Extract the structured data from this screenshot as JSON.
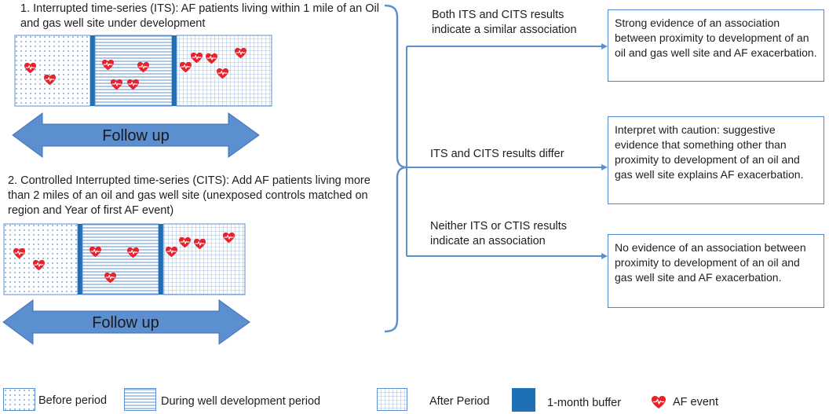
{
  "left": {
    "its_title": "1. Interrupted time-series (ITS): AF patients living within 1 mile of an Oil and gas well site under development",
    "cits_title": "2. Controlled Interrupted time-series (CITS): Add AF patients living more than  2 miles of an oil and gas well site (unexposed controls matched on region and Year of first AF event)",
    "follow_up_1": "Follow up",
    "follow_up_2": "Follow up"
  },
  "middle": {
    "branch_1": "Both ITS and CITS results indicate a similar association",
    "branch_2": "ITS and CITS results differ",
    "branch_3": "Neither ITS or CTIS results indicate an association"
  },
  "right": {
    "outcome_1": "Strong evidence of an association between proximity to development of an oil and gas well site and AF exacerbation.",
    "outcome_2": "Interpret with caution: suggestive evidence that something other than proximity to development of an oil and gas well site explains AF exacerbation.",
    "outcome_3": "No evidence of an association between proximity to development of an oil and gas well site and AF exacerbation."
  },
  "legend": {
    "before": "Before period",
    "during": "During well development  period",
    "after": "After Period",
    "buffer": "1-month buffer",
    "af_event": "AF event"
  },
  "colors": {
    "accent_blue": "#5b8fd0",
    "buffer_blue": "#1f6fb5",
    "heart_red": "#e8222a",
    "box_border": "#4f86c6"
  },
  "icons": {
    "af_event": "heart-pulse-icon"
  }
}
